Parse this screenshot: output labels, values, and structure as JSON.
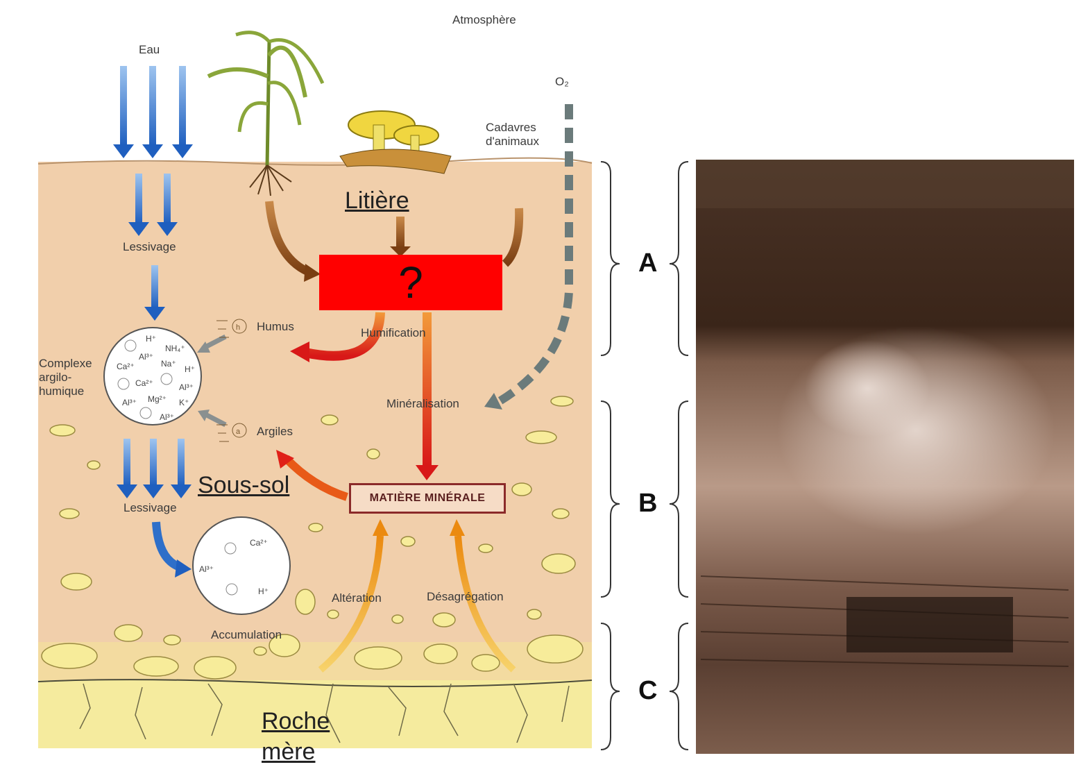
{
  "diagram": {
    "top_labels": {
      "atmosphere": "Atmosphère",
      "eau": "Eau",
      "o2": "O₂",
      "cadavres_line1": "Cadavres",
      "cadavres_line2": "d'animaux"
    },
    "zones": {
      "litiere": "Litière",
      "sous_sol": "Sous-sol",
      "roche_line1": "Roche",
      "roche_line2": "mère"
    },
    "processes": {
      "lessivage_top": "Lessivage",
      "lessivage_bottom": "Lessivage",
      "humification": "Humification",
      "mineralisation": "Minéralisation",
      "alteration": "Altération",
      "desagregation": "Désagrégation",
      "accumulation": "Accumulation"
    },
    "components": {
      "humus": "Humus",
      "argiles": "Argiles",
      "complexe_line1": "Complexe",
      "complexe_line2": "argilo-",
      "complexe_line3": "humique",
      "matiere_minerale": "MATIÈRE MINÉRALE"
    },
    "hidden_box": {
      "text": "?",
      "color": "#ff0000"
    },
    "complex_ions": [
      "H⁺",
      "NH₄⁺",
      "Al³⁺",
      "Na⁺",
      "Ca²⁺",
      "H⁺",
      "Ca²⁺",
      "Al³⁺",
      "Al³⁺",
      "Mg²⁺",
      "K⁺",
      "Al³⁺"
    ],
    "accumulation_ions": [
      "Ca²⁺",
      "Al³⁺",
      "H⁺"
    ]
  },
  "horizons": {
    "a": "A",
    "b": "B",
    "c": "C"
  },
  "colors": {
    "soil": "#f1cfab",
    "bedrock": "#f5eb9e",
    "water_arrow": "#2e6fc9",
    "red_arrow": "#e0201a",
    "orange_arrow": "#f0a020",
    "o2_dash": "#6b7b7b"
  }
}
